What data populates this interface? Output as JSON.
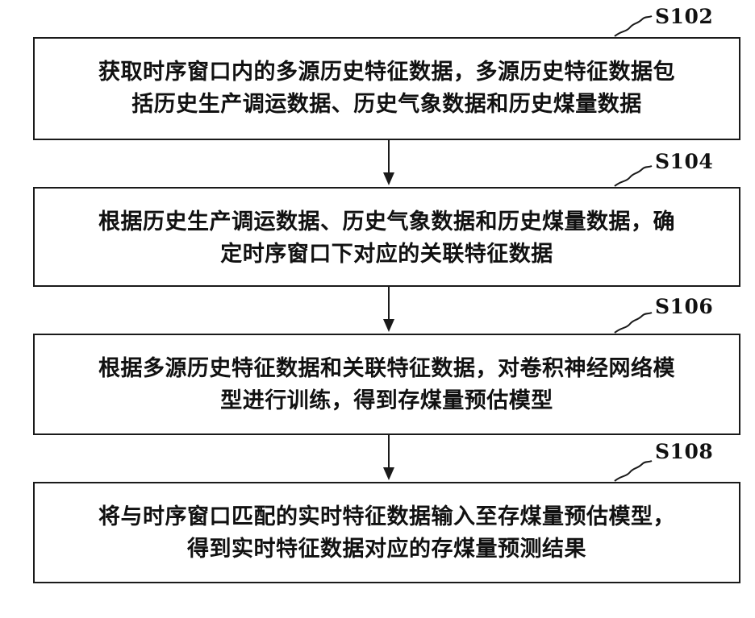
{
  "steps": [
    {
      "id": "S102",
      "lines": [
        "获取时序窗口内的多源历史特征数据，多源历史特征数据包",
        "括历史生产调运数据、历史气象数据和历史煤量数据"
      ]
    },
    {
      "id": "S104",
      "lines": [
        "根据历史生产调运数据、历史气象数据和历史煤量数据，确",
        "定时序窗口下对应的关联特征数据"
      ]
    },
    {
      "id": "S106",
      "lines": [
        "根据多源历史特征数据和关联特征数据，对卷积神经网络模",
        "型进行训练，得到存煤量预估模型"
      ]
    },
    {
      "id": "S108",
      "lines": [
        "将与时序窗口匹配的实时特征数据输入至存煤量预估模型，",
        "得到实时特征数据对应的存煤量预测结果"
      ]
    }
  ],
  "colors": {
    "line": "#1a1a1a",
    "text": "#111111",
    "background": "#ffffff"
  }
}
